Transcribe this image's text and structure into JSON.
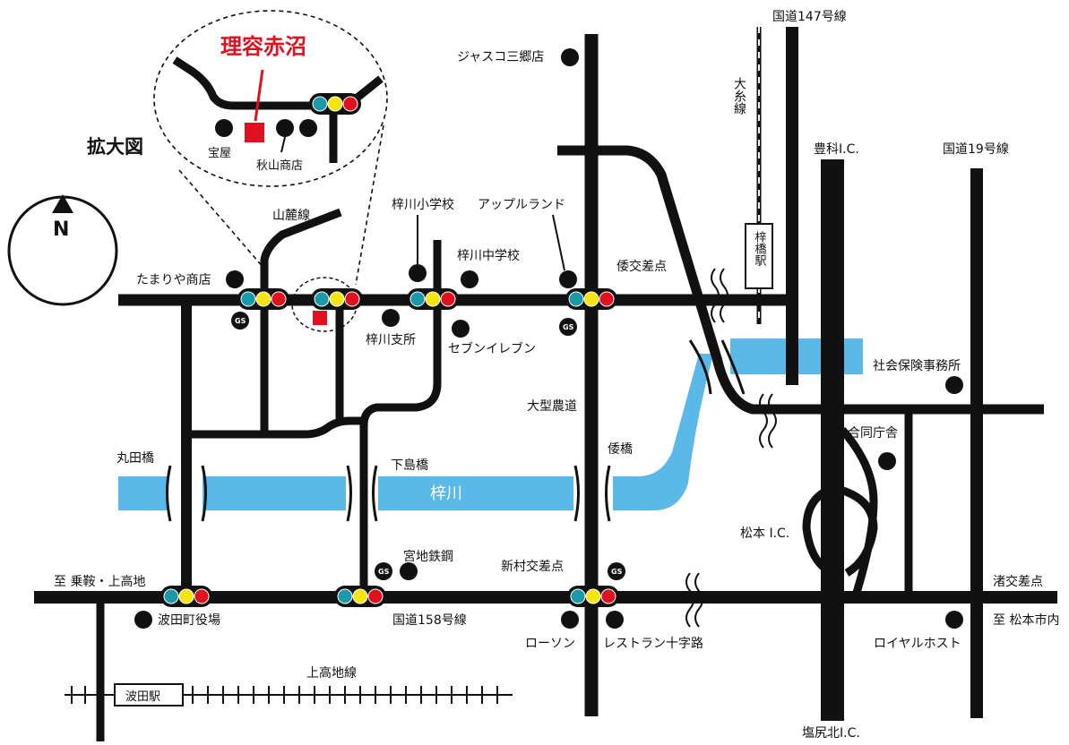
{
  "colors": {
    "road": "#111111",
    "river": "#5ab9e8",
    "shop_marker": "#e0101e",
    "signal_teal": "#1a9aa8",
    "signal_yellow": "#f4e410",
    "signal_red": "#e0101e"
  },
  "compass": {
    "letter": "N"
  },
  "enlarged": {
    "title": "拡大図",
    "shop_name": "理容赤沼",
    "landmarks": {
      "takaraya": "宝屋",
      "akiyama": "秋山商店"
    }
  },
  "roads": {
    "route147": "国道147号線",
    "route19": "国道19号線",
    "route158": "国道158号線",
    "itoi_line": "大糸線",
    "kamikochi_line": "上高地線",
    "sanroku": "山麓線",
    "daikei": "大型農道",
    "to_norikura": "至 乗鞍・上高地",
    "to_matsumoto": "至 松本市内"
  },
  "stations": {
    "azusabashi": "梓橋駅",
    "hata": "波田駅"
  },
  "interchanges": {
    "toyoshina": "豊科I.C.",
    "matsumoto": "松本 I.C.",
    "shiojiri": "塩尻北I.C."
  },
  "bridges": {
    "maruta": "丸田橋",
    "shimojima": "下島橋",
    "yamato": "倭橋"
  },
  "river": {
    "name": "梓川"
  },
  "intersections": {
    "yamato": "倭交差点",
    "shinmura": "新村交差点",
    "nagisa": "渚交差点"
  },
  "landmarks": {
    "jasco": "ジャスコ三郷店",
    "azusa_elem": "梓川小学校",
    "apple": "アップルランド",
    "azusa_jhs": "梓川中学校",
    "tamariya": "たまりや商店",
    "azusa_branch": "梓川支所",
    "seven": "セブンイレブン",
    "social_insurance": "社会保険事務所",
    "gov_building": "合同庁舎",
    "miyaji": "宮地鉄鋼",
    "hata_office": "波田町役場",
    "lawson": "ローソン",
    "restaurant": "レストラン十字路",
    "royal_host": "ロイヤルホスト"
  },
  "gs_label": "GS"
}
